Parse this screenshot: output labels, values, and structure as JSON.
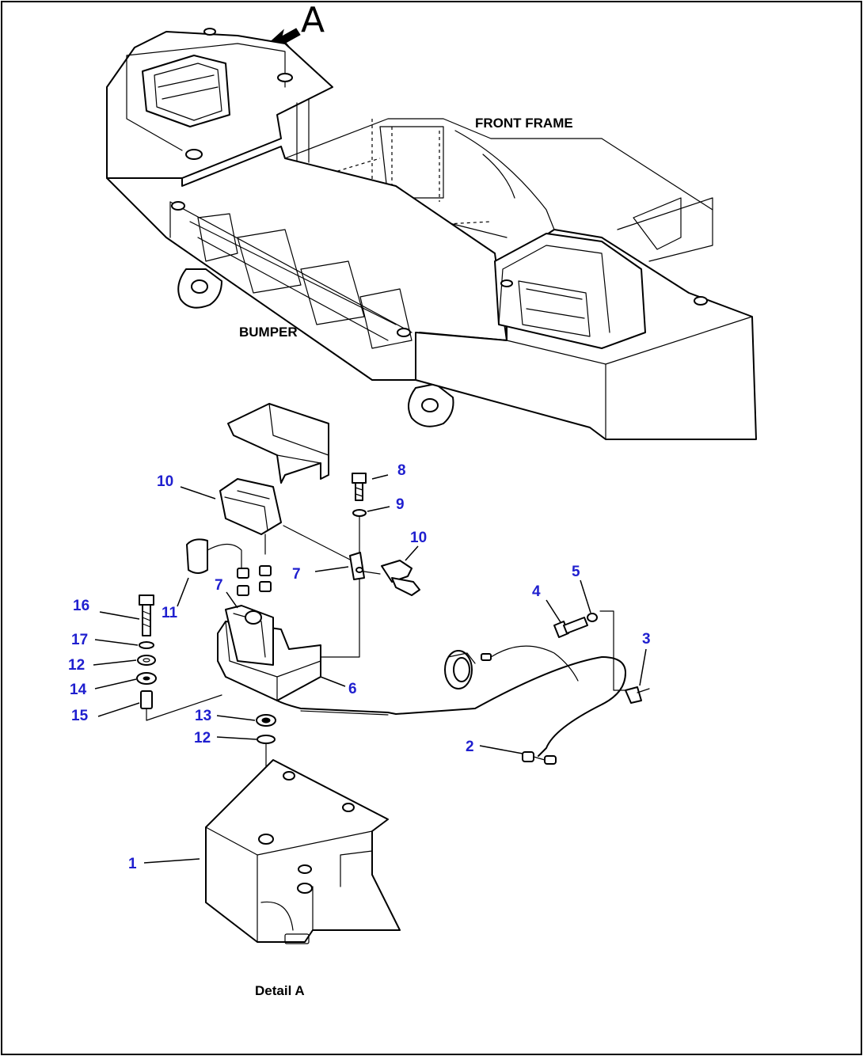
{
  "colors": {
    "line": "#000000",
    "callout": "#1f1fcf",
    "background": "#ffffff"
  },
  "labels": {
    "view_letter": "A",
    "front_frame": "FRONT FRAME",
    "bumper": "BUMPER",
    "detail": "Detail A"
  },
  "callouts": {
    "c1": "1",
    "c2": "2",
    "c3": "3",
    "c4": "4",
    "c5": "5",
    "c6": "6",
    "c7a": "7",
    "c7b": "7",
    "c8": "8",
    "c9": "9",
    "c10a": "10",
    "c10b": "10",
    "c11": "11",
    "c12a": "12",
    "c12b": "12",
    "c13": "13",
    "c14": "14",
    "c15": "15",
    "c16": "16",
    "c17": "17"
  }
}
